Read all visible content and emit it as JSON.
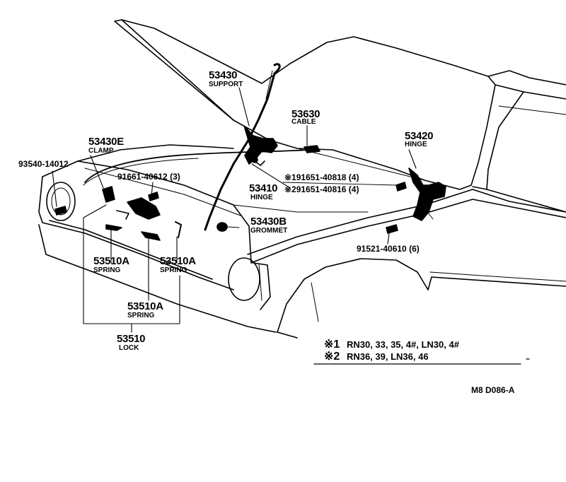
{
  "parts": {
    "support": {
      "number": "53430",
      "name": "SUPPORT"
    },
    "cable": {
      "number": "53630",
      "name": "CABLE"
    },
    "hinge_right": {
      "number": "53420",
      "name": "HINGE"
    },
    "clamp": {
      "number": "53430E",
      "name": "CLAMP"
    },
    "bolt_left": {
      "number": "93540-14012"
    },
    "bolt_front": {
      "number": "91661-40612 (3)"
    },
    "hinge_bolt_1": {
      "number": "※191651-40818 (4)"
    },
    "hinge_bolt_2": {
      "number": "※291651-40816 (4)"
    },
    "hinge_left": {
      "number": "53410",
      "name": "HINGE"
    },
    "grommet": {
      "number": "53430B",
      "name": "GROMMET"
    },
    "bolt_fender": {
      "number": "91521-40610 (6)"
    },
    "spring_left": {
      "number": "53510A",
      "name": "SPRING"
    },
    "spring_right": {
      "number": "53510A",
      "name": "SPRING"
    },
    "spring_center": {
      "number": "53510A",
      "name": "SPRING"
    },
    "lock": {
      "number": "53510",
      "name": "LOCK"
    }
  },
  "notes": [
    {
      "mark": "※1",
      "text": "RN30, 33, 35, 4#, LN30, 4#"
    },
    {
      "mark": "※2",
      "text": "RN36, 39, LN36, 46"
    }
  ],
  "figure_code": "M8 D086-A",
  "colors": {
    "ink": "#000000",
    "paper": "#ffffff"
  }
}
